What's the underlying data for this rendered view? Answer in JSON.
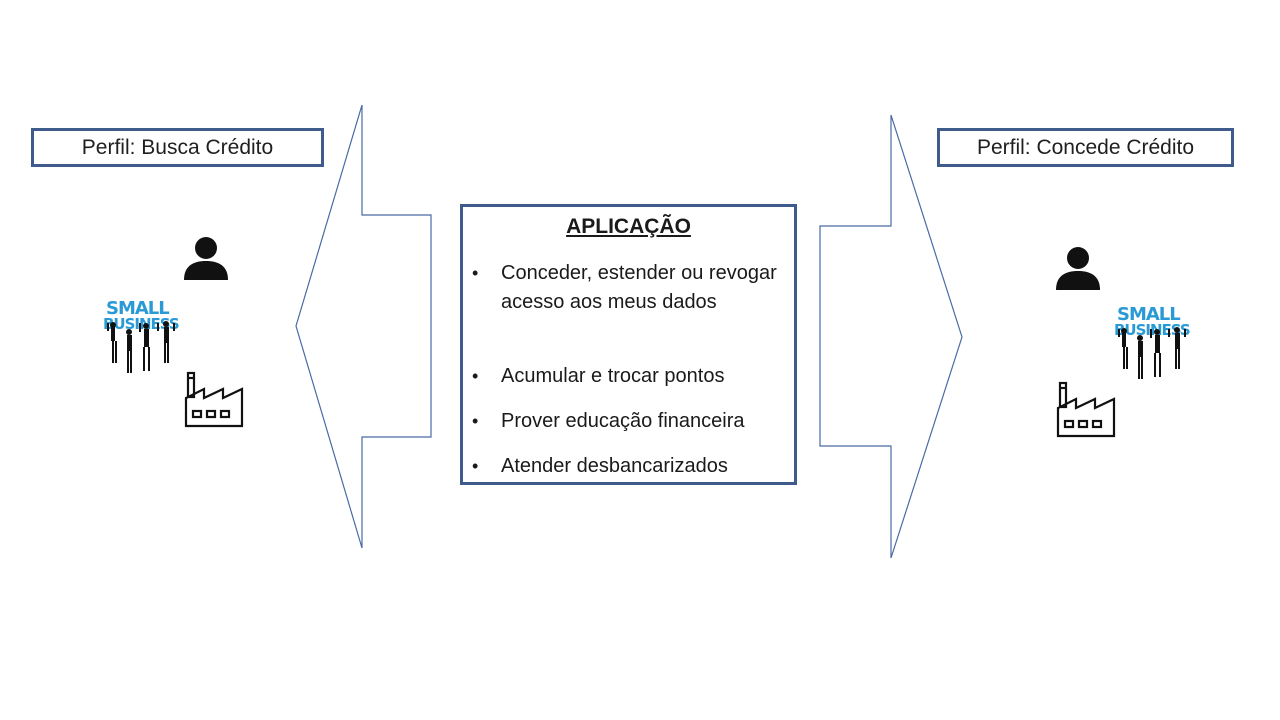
{
  "left_profile": {
    "label": "Perfil: Busca Crédito"
  },
  "right_profile": {
    "label": "Perfil: Concede Crédito"
  },
  "application": {
    "title": "APLICAÇÃO",
    "items": [
      "Conceder, estender ou revogar acesso aos meus dados",
      "Acumular e trocar pontos",
      "Prover educação financeira",
      "Atender desbancarizados"
    ]
  },
  "small_business_logo": {
    "line1": "SMALL",
    "line2": "BUSINESS"
  },
  "colors": {
    "box_border": "#3e5b8c",
    "arrow_stroke": "#4a6aa5",
    "logo_text": "#2a9ad6",
    "icon": "#111111"
  },
  "icons": [
    "person-icon",
    "small-business-icon",
    "factory-icon"
  ]
}
